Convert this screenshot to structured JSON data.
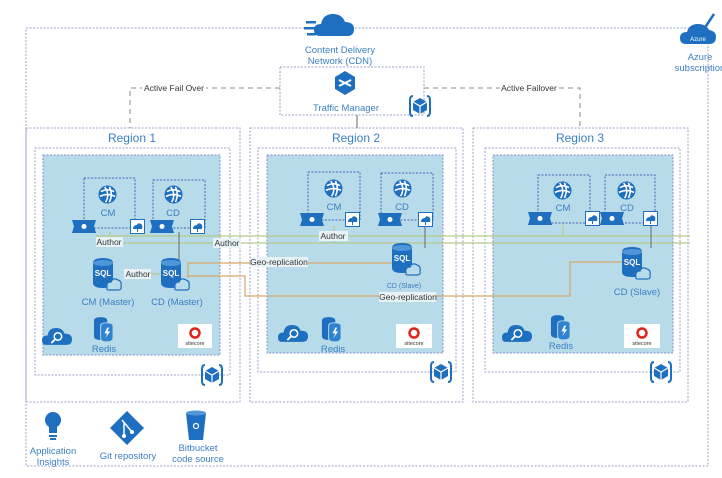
{
  "cdn": {
    "label_line1": "Content Delivery",
    "label_line2": "Network (CDN)",
    "icon": "cdn-cloud-icon"
  },
  "traffic_manager": {
    "label": "Traffic Manager",
    "icon": "traffic-manager-icon"
  },
  "failover": {
    "left": "Active Fail Over",
    "right": "Active Failover"
  },
  "subscription": {
    "icon_text": "Azure",
    "label_line1": "Azure",
    "label_line2": "subscription"
  },
  "regions": [
    {
      "title": "Region 1",
      "cm": "CM",
      "cd": "CD",
      "sql_cm": "CM (Master)",
      "sql_cd": "CD (Master)",
      "redis": "Redis"
    },
    {
      "title": "Region 2",
      "cm": "CM",
      "cd": "CD",
      "sql_cd": "CD (Slave)",
      "redis": "Redis"
    },
    {
      "title": "Region 3",
      "cm": "CM",
      "cd": "CD",
      "sql_cd": "CD (Slave)",
      "redis": "Redis"
    }
  ],
  "connections": {
    "author": "Author",
    "geo_replication": "Geo-replication"
  },
  "icons": {
    "sql_text": "SQL",
    "sitecore_text": "sitecore"
  },
  "tools": [
    {
      "line1": "Application",
      "line2": "Insights",
      "icon": "lightbulb-icon"
    },
    {
      "line1": "Git repository",
      "icon": "git-icon"
    },
    {
      "line1": "Bitbucket",
      "line2": "code source",
      "icon": "bitbucket-icon"
    }
  ],
  "colors": {
    "icon_blue": "#1f6fc1",
    "region_fill": "#b8dbe9",
    "text_blue": "#3b7fc4",
    "author_line": "#b5c98a",
    "geo_line": "#d7a86a",
    "sitecore_red": "#e2231a"
  }
}
